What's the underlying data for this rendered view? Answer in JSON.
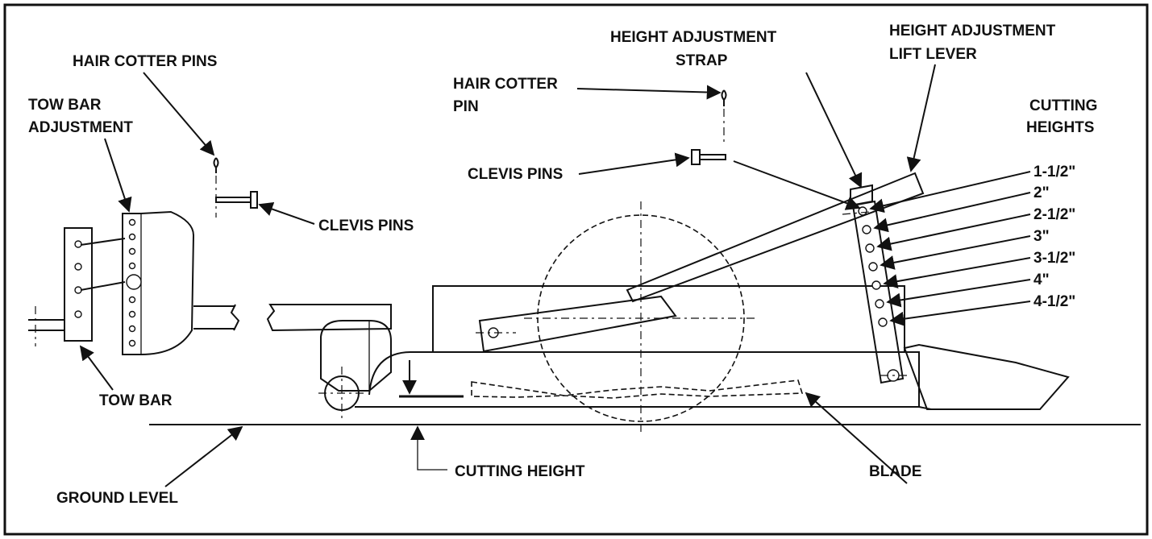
{
  "labels": {
    "hair_cotter_pins": "HAIR COTTER PINS",
    "tow_bar_adjustment_1": "TOW BAR",
    "tow_bar_adjustment_2": "ADJUSTMENT",
    "clevis_pins_left": "CLEVIS PINS",
    "tow_bar": "TOW BAR",
    "ground_level": "GROUND LEVEL",
    "cutting_height": "CUTTING HEIGHT",
    "hair_cotter_pin_1": "HAIR COTTER",
    "hair_cotter_pin_2": "PIN",
    "clevis_pins_center": "CLEVIS PINS",
    "height_adjustment_strap_1": "HEIGHT ADJUSTMENT",
    "height_adjustment_strap_2": "STRAP",
    "height_adjustment_lift_lever_1": "HEIGHT ADJUSTMENT",
    "height_adjustment_lift_lever_2": "LIFT LEVER",
    "cutting_heights_1": "CUTTING",
    "cutting_heights_2": "HEIGHTS",
    "blade": "BLADE"
  },
  "cutting_heights": [
    "1-1/2\"",
    "2\"",
    "2-1/2\"",
    "3\"",
    "3-1/2\"",
    "4\"",
    "4-1/2\""
  ]
}
